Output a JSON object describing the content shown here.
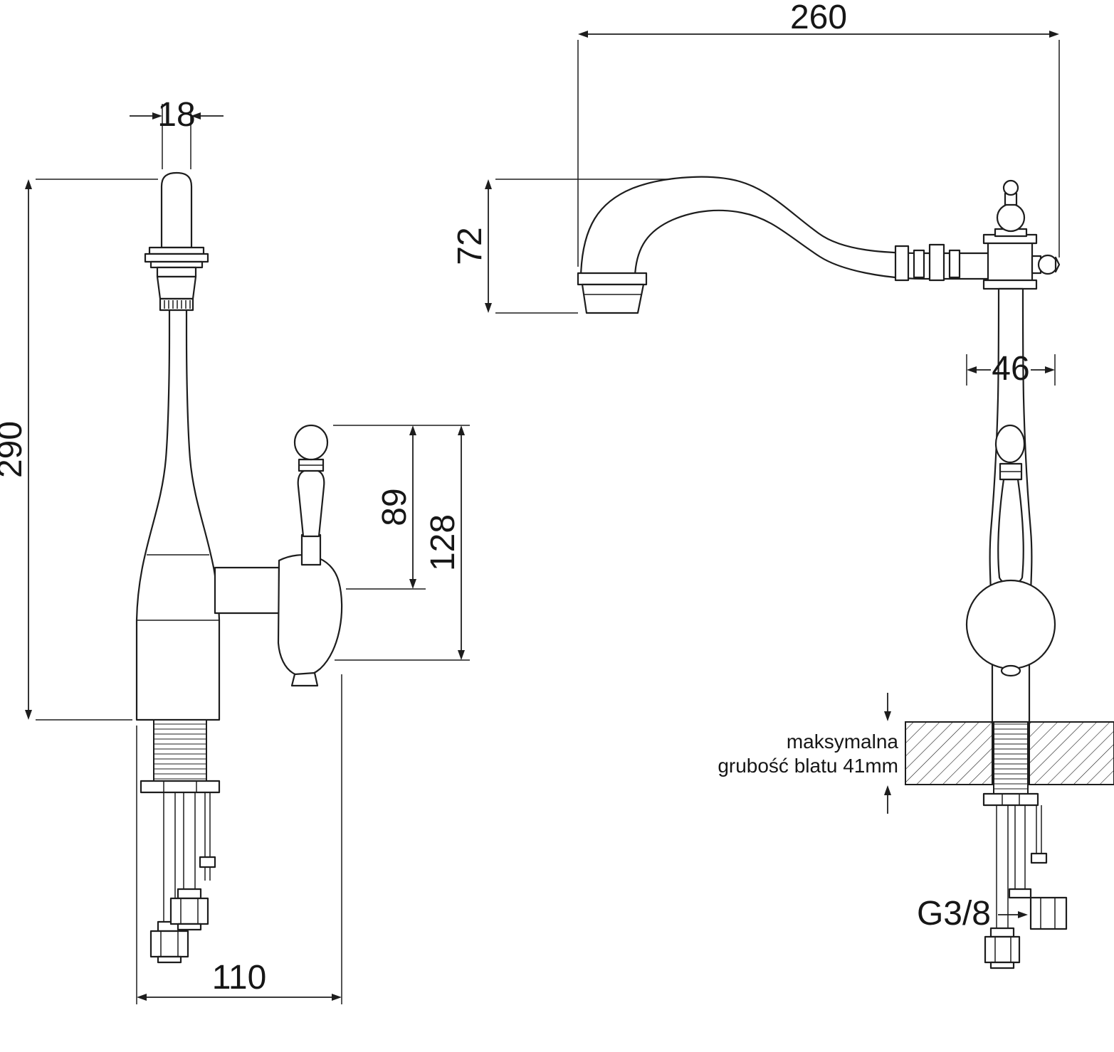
{
  "drawing": {
    "front_view": {
      "dim_spout_width": "18",
      "dim_total_height": "290",
      "dim_handle_height": "89",
      "dim_handle_total_height": "128",
      "dim_base_depth": "110"
    },
    "side_view": {
      "dim_spout_reach": "260",
      "dim_spout_drop": "72",
      "dim_body_diameter": "46",
      "countertop_note_line1": "maksymalna",
      "countertop_note_line2": "grubość blatu 41mm",
      "connection_thread": "G3/8"
    }
  }
}
